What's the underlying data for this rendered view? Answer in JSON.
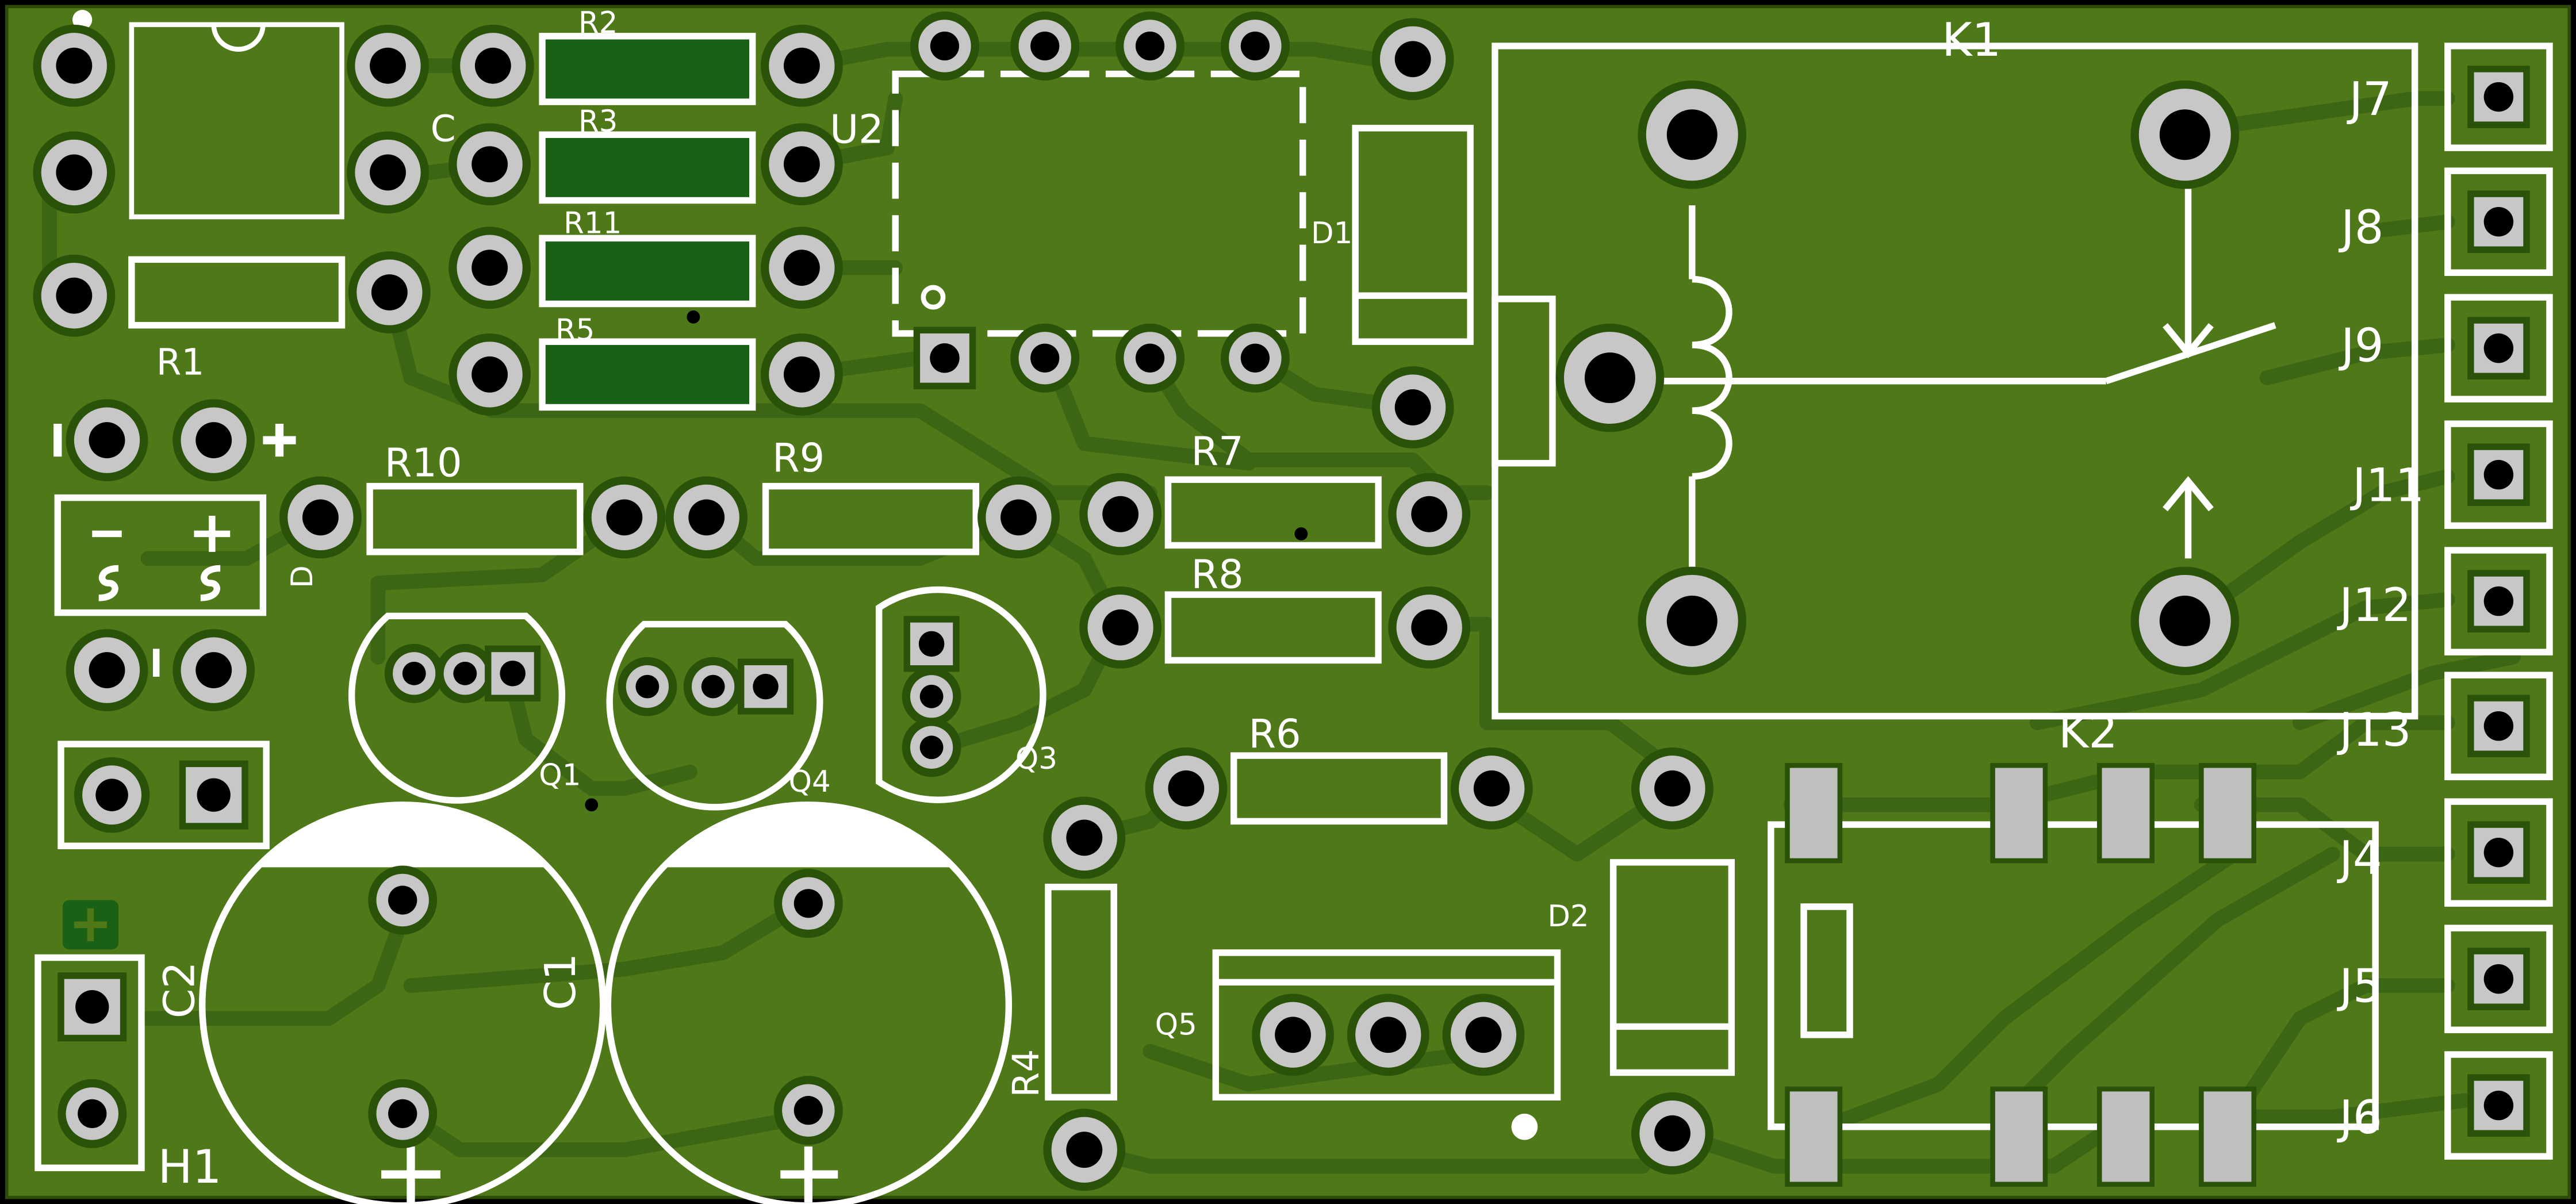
{
  "board": {
    "colors": {
      "background": "#000000",
      "substrate": "#4f7818",
      "copper_trace": "#3c6614",
      "pad_ring": "#2a5208",
      "pad": "#c7c7c7",
      "drill": "#000000",
      "silkscreen": "#ffffff",
      "smd_pad": "#c0c0c0",
      "component_fill": "#1a6116"
    }
  },
  "labels": {
    "r1": "R1",
    "r2": "R2",
    "r3": "R3",
    "r11": "R11",
    "r5": "R5",
    "u2": "U2",
    "d1": "D1",
    "k1": "K1",
    "r10": "R10",
    "r9": "R9",
    "r7": "R7",
    "r8": "R8",
    "r6": "R6",
    "q1": "Q1",
    "q4": "Q4",
    "q3": "Q3",
    "q5": "Q5",
    "d2": "D2",
    "k2": "K2",
    "c1": "C1",
    "c2": "C2",
    "r4": "R4",
    "h1": "H1",
    "d_partial": "D",
    "c_partial": "C",
    "j7": "J7",
    "j8": "J8",
    "j9": "J9",
    "j11": "J11",
    "j12": "J12",
    "j13": "J13",
    "j4": "J4",
    "j5": "J5",
    "j6": "J6",
    "plus": "+",
    "minus": "−",
    "tilde": "~",
    "bar": "|"
  }
}
